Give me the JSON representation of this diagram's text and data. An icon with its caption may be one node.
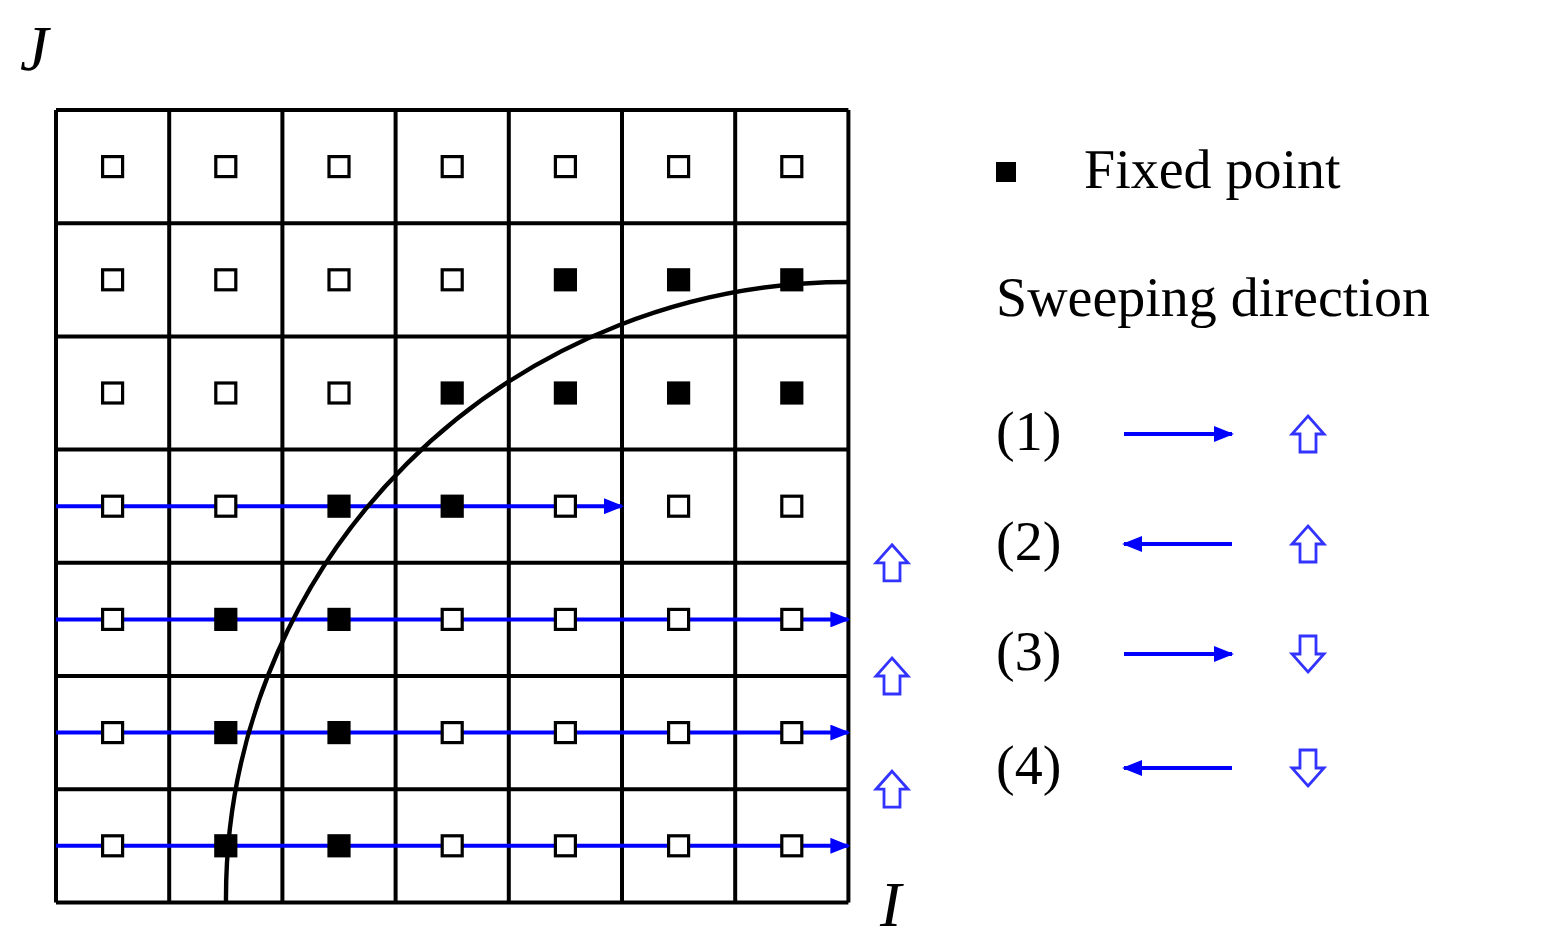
{
  "diagram": {
    "labels": [
      "J",
      "Sweeping direction",
      "I"
    ],
    "legend": [
      {
        "text": "Fixed point"
      },
      {
        "text": "(1)"
      },
      {
        "text": "(2)"
      },
      {
        "text": "(3)"
      },
      {
        "text": "(4)"
      }
    ]
  }
}
